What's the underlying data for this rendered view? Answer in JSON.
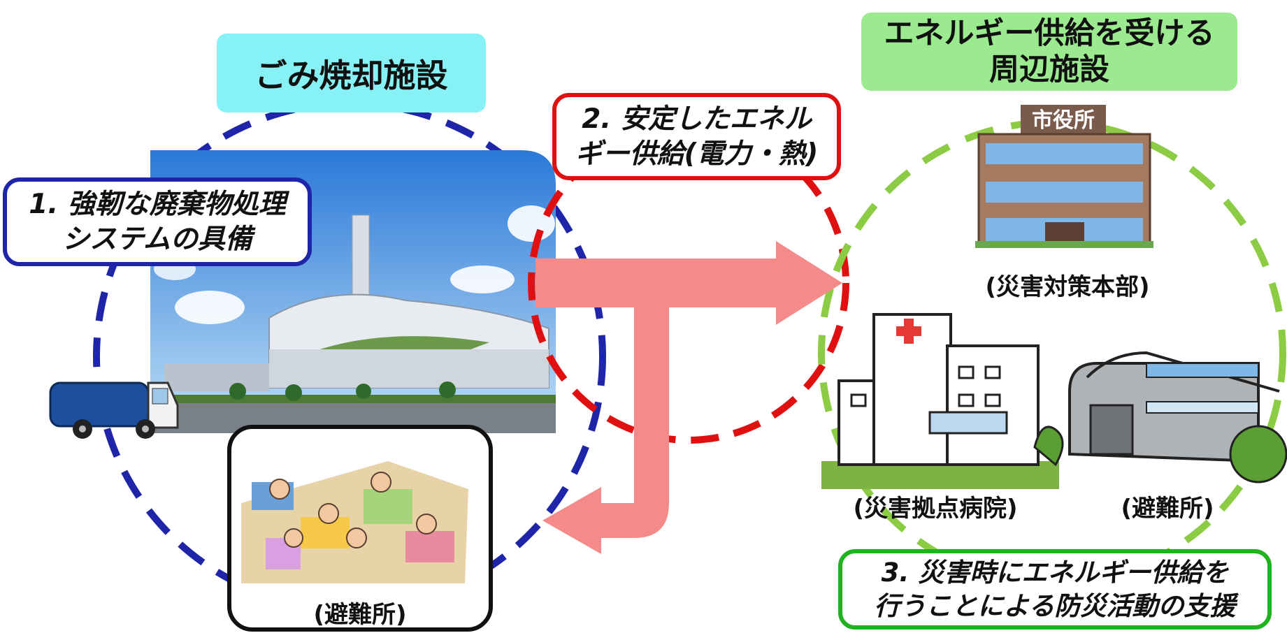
{
  "titles": {
    "incinerator": "ごみ焼却施設",
    "surrounding": "エネルギー供給を受ける\n周辺施設"
  },
  "labels": {
    "point1": "1. 強靭な廃棄物処理\nシステムの具備",
    "point2": "2. 安定したエネル\nギー供給(電力・熱)",
    "point3": "3. 災害時にエネルギー供給を\n行うことによる防災活動の支援"
  },
  "captions": {
    "shelter_left": "(避難所)",
    "hq": "(災害対策本部)",
    "hospital": "(災害拠点病院)",
    "shelter_right": "(避難所)"
  },
  "signs": {
    "city_hall": "市役所"
  },
  "colors": {
    "blue_circle": "#1f25a8",
    "red_circle": "#e01010",
    "green_circle": "#8ccc44",
    "arrow": "#f58a8a",
    "cyan_title": "#86f2f6",
    "green_title": "#9cea90"
  },
  "icons": [
    "garbage-truck-icon",
    "hospital-icon",
    "city-hall-icon",
    "gymnasium-icon"
  ]
}
